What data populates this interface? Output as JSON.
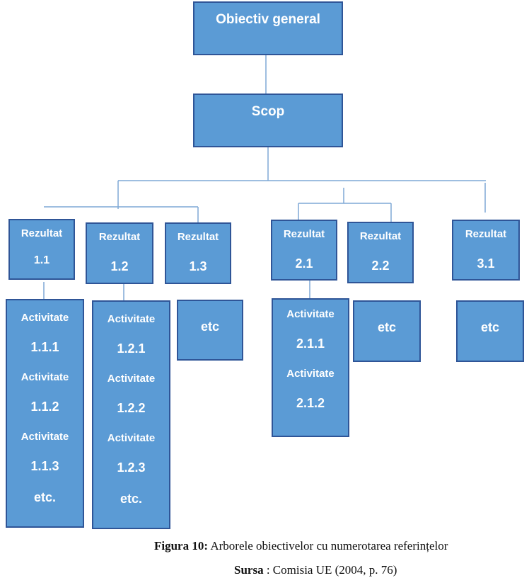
{
  "diagram": {
    "root": "Obiectiv general",
    "scope": "Scop",
    "results": {
      "r11": {
        "label": "Rezultat",
        "num": "1.1"
      },
      "r12": {
        "label": "Rezultat",
        "num": "1.2"
      },
      "r13": {
        "label": "Rezultat",
        "num": "1.3"
      },
      "r21": {
        "label": "Rezultat",
        "num": "2.1"
      },
      "r22": {
        "label": "Rezultat",
        "num": "2.2"
      },
      "r31": {
        "label": "Rezultat",
        "num": "3.1"
      }
    },
    "activities": {
      "a11": {
        "label1": "Activitate",
        "num1": "1.1.1",
        "label2": "Activitate",
        "num2": "1.1.2",
        "label3": "Activitate",
        "num3": "1.1.3",
        "etc": "etc."
      },
      "a12": {
        "label1": "Activitate",
        "num1": "1.2.1",
        "label2": "Activitate",
        "num2": "1.2.2",
        "label3": "Activitate",
        "num3": "1.2.3",
        "etc": "etc."
      },
      "a21": {
        "label1": "Activitate",
        "num1": "2.1.1",
        "label2": "Activitate",
        "num2": "2.1.2"
      }
    },
    "etc_boxes": {
      "e13": "etc",
      "e22": "etc",
      "e31": "etc"
    }
  },
  "caption": {
    "figure_label": "Figura 10:",
    "figure_text": " Arborele obiectivelor cu numerotarea referințelor",
    "source_label": "Sursa",
    "source_text": " : Comisia UE (2004, p. 76)"
  },
  "colors": {
    "box_fill": "#5b9bd5",
    "box_border": "#2f5597",
    "line": "#7fa8d6"
  }
}
